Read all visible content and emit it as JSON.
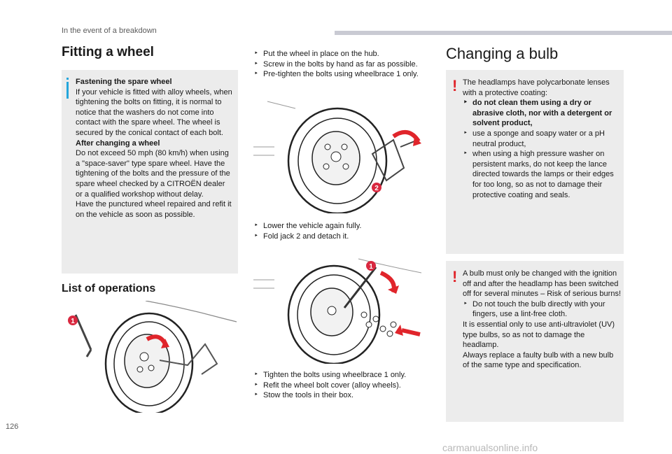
{
  "header": {
    "section": "In the event of a breakdown"
  },
  "fitting": {
    "title": "Fitting a wheel",
    "info_title1": "Fastening the spare wheel",
    "info_p1": "If your vehicle is fitted with alloy wheels, when tightening the bolts on fitting, it is normal to notice that the washers do not come into contact with the spare wheel. The wheel is secured by the conical contact of each bolt.",
    "info_title2": "After changing a wheel",
    "info_p2": "Do not exceed 50 mph (80 km/h) when using a \"space-saver\" type spare wheel. Have the tightening of the bolts and the pressure of the spare wheel checked by a CITROËN dealer or a qualified workshop without delay.",
    "info_p3": "Have the punctured wheel repaired and refit it on the vehicle as soon as possible.",
    "list_title": "List of operations"
  },
  "steps1": [
    "Put the wheel in place on the hub.",
    "Screw in the bolts by hand as far as possible.",
    "Pre-tighten the bolts using wheelbrace 1 only."
  ],
  "steps2": [
    "Lower the vehicle again fully.",
    "Fold jack 2 and detach it."
  ],
  "steps3": [
    "Tighten the bolts using wheelbrace 1 only.",
    "Refit the wheel bolt cover (alloy wheels).",
    "Stow the tools in their box."
  ],
  "bulb": {
    "title": "Changing a bulb",
    "warn1_intro": "The headlamps have polycarbonate lenses with a protective coating:",
    "warn1_items": [
      "do not clean them using a dry or abrasive cloth, nor with a detergent or solvent product,",
      "use a sponge and soapy water or a pH neutral product,",
      "when using a high pressure washer on persistent marks, do not keep the lance directed towards the lamps or their edges for too long, so as not to damage their protective coating and seals."
    ],
    "warn2_p1": "A bulb must only be changed with the ignition off and after the headlamp has been switched off for several minutes – Risk of serious burns!",
    "warn2_item": "Do not touch the bulb directly with your fingers, use a lint-free cloth.",
    "warn2_p2": "It is essential only to use anti-ultraviolet (UV) type bulbs, so as not to damage the headlamp.",
    "warn2_p3": "Always replace a faulty bulb with a new bulb of the same type and specification."
  },
  "labels": {
    "one": "1",
    "two": "2"
  },
  "footer": {
    "page": "126",
    "watermark": "carmanualsonline.info"
  },
  "colors": {
    "info": "#24a6dc",
    "warn": "#e0252b",
    "callout": "#d9283f",
    "arrow": "#e0252b"
  }
}
